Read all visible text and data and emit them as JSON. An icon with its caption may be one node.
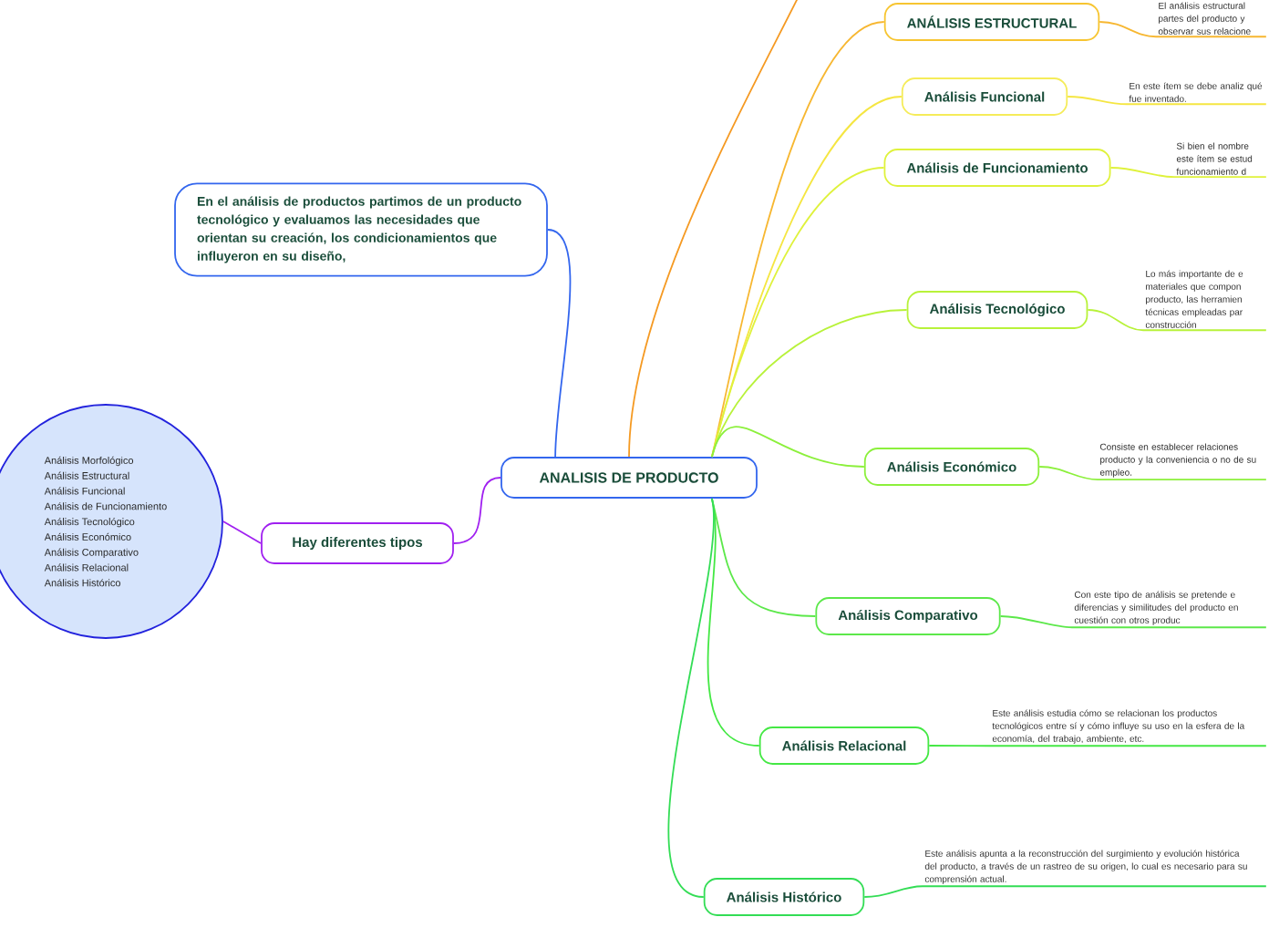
{
  "diagram": {
    "nodes": [
      {
        "text": [
          "ANALISIS DE PRODUCTO"
        ]
      },
      {
        "text": [
          "En el análisis de productos partimos de un producto tecnológico y evaluamos las necesidades que orientan su creación, los condicionamientos que influyeron en su diseño,"
        ]
      },
      {
        "text": [
          "Hay diferentes tipos"
        ]
      },
      {
        "text": [
          "Análisis Morfológico",
          "Análisis Estructural",
          "Análisis Funcional",
          "Análisis de Funcionamiento",
          "Análisis Tecnológico",
          "Análisis Económico",
          "Análisis Comparativo",
          "Análisis Relacional",
          "Análisis Histórico"
        ]
      },
      {
        "text": [
          "ANÁLISIS ESTRUCTURAL"
        ]
      },
      {
        "text": [
          "Análisis Funcional"
        ]
      },
      {
        "text": [
          "Análisis de Funcionamiento"
        ]
      },
      {
        "text": [
          "Análisis Tecnológico"
        ]
      },
      {
        "text": [
          "Análisis Económico"
        ]
      },
      {
        "text": [
          "Análisis Comparativo"
        ]
      },
      {
        "text": [
          "Análisis Relacional"
        ]
      },
      {
        "text": [
          "Análisis Histórico"
        ]
      },
      {
        "text": [
          "El análisis estructural partes del producto y observar sus relacione"
        ]
      },
      {
        "text": [
          "En este ítem se debe analiz qué fue inventado."
        ]
      },
      {
        "text": [
          "Si bien el nombre este ítem se estud funcionamiento d"
        ]
      },
      {
        "text": [
          "Lo más importante de e materiales que compon producto, las herramien técnicas empleadas par construcción"
        ]
      },
      {
        "text": [
          "Consiste en establecer relaciones producto y la conveniencia o no de su empleo."
        ]
      },
      {
        "text": [
          "Con este tipo de análisis se pretende e diferencias y similitudes del producto en cuestión con otros produc"
        ]
      },
      {
        "text": [
          "Este análisis estudia cómo se relacionan los productos tecnológicos entre sí y cómo influye su uso en la esfera de la economía, del trabajo, ambiente, etc."
        ]
      },
      {
        "text": [
          "Este análisis apunta a la reconstrucción del surgimiento y evolución histórica del producto, a través de un rastreo de su origen, lo cual es necesario para su comprensión actual."
        ]
      }
    ],
    "edges": [
      {
        "from": 0,
        "to": null,
        "arrow": "none",
        "color": "#f59a23"
      },
      {
        "from": 0,
        "to": 1,
        "arrow": "none",
        "color": "#3366ee"
      },
      {
        "from": 0,
        "to": 2,
        "arrow": "none",
        "color": "#a020f0"
      },
      {
        "from": 2,
        "to": 3,
        "arrow": "none",
        "color": "#a020f0"
      },
      {
        "from": 0,
        "to": 4,
        "arrow": "none",
        "color": "#f7b731"
      },
      {
        "from": 0,
        "to": 5,
        "arrow": "none",
        "color": "#f5e642"
      },
      {
        "from": 0,
        "to": 6,
        "arrow": "none",
        "color": "#dff23c"
      },
      {
        "from": 0,
        "to": 7,
        "arrow": "none",
        "color": "#b8f23a"
      },
      {
        "from": 0,
        "to": 8,
        "arrow": "none",
        "color": "#8cf03c"
      },
      {
        "from": 0,
        "to": 9,
        "arrow": "none",
        "color": "#5ce84a"
      },
      {
        "from": 0,
        "to": 10,
        "arrow": "none",
        "color": "#44e844"
      },
      {
        "from": 0,
        "to": 11,
        "arrow": "none",
        "color": "#33dd55"
      },
      {
        "from": 4,
        "to": 12,
        "arrow": "none",
        "color": "#f7b731"
      },
      {
        "from": 5,
        "to": 13,
        "arrow": "none",
        "color": "#f5e642"
      },
      {
        "from": 6,
        "to": 14,
        "arrow": "none",
        "color": "#dff23c"
      },
      {
        "from": 7,
        "to": 15,
        "arrow": "none",
        "color": "#b8f23a"
      },
      {
        "from": 8,
        "to": 16,
        "arrow": "none",
        "color": "#8cf03c"
      },
      {
        "from": 9,
        "to": 17,
        "arrow": "none",
        "color": "#5ce84a"
      },
      {
        "from": 10,
        "to": 18,
        "arrow": "none",
        "color": "#44e844"
      },
      {
        "from": 11,
        "to": 19,
        "arrow": "none",
        "color": "#33dd55"
      }
    ]
  }
}
